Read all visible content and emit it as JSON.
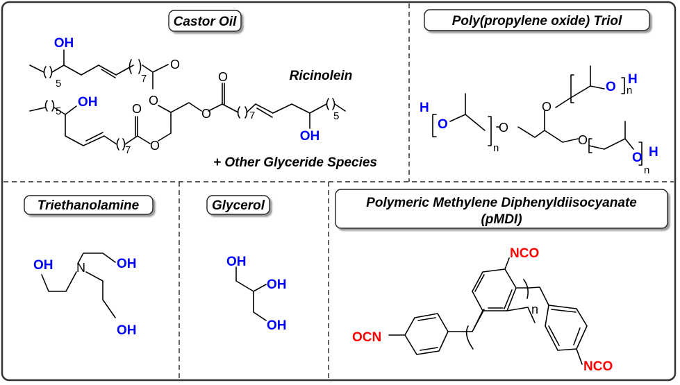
{
  "colors": {
    "hydroxyl": "#0000ff",
    "isocyanate": "#ff0000",
    "bond": "#000000"
  },
  "panels": {
    "castor_oil": {
      "title": "Castor Oil",
      "label": "Ricinolein",
      "note": "+ Other Glyceride Species",
      "oh": "OH",
      "o": "O",
      "sub5": "5",
      "sub7": "7"
    },
    "ppo_triol": {
      "title": "Poly(propylene oxide) Triol",
      "h": "H",
      "o": "O",
      "n": "n"
    },
    "triethanolamine": {
      "title": "Triethanolamine",
      "n": "N",
      "oh": "OH"
    },
    "glycerol": {
      "title": "Glycerol",
      "oh": "OH"
    },
    "pmdi": {
      "title_line1": "Polymeric Methylene Diphenyldiisocyanate",
      "title_line2": "(pMDI)",
      "nco": "NCO",
      "ocn": "OCN",
      "n": "n"
    }
  }
}
